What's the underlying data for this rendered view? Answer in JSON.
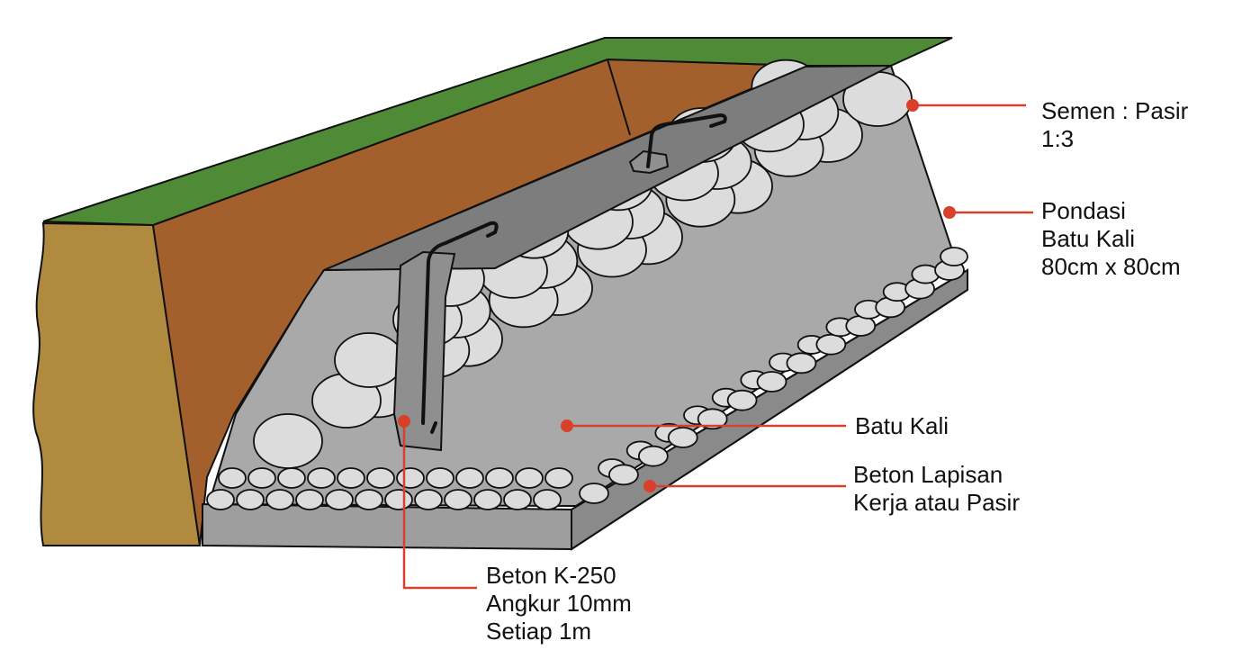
{
  "colors": {
    "grass": "#4f8a37",
    "soil_side": "#b08a3e",
    "soil_wall": "#a35f2c",
    "mortar": "#a9a9a9",
    "cap": "#7d7d7d",
    "stone": "#dcdcdc",
    "leader": "#d8402b"
  },
  "labels": {
    "mortar": [
      "Semen : Pasir",
      "1:3"
    ],
    "foundation": [
      "Pondasi",
      "Batu Kali",
      "80cm x 80cm"
    ],
    "stone": [
      "Batu Kali"
    ],
    "base": [
      "Beton Lapisan",
      "Kerja atau Pasir"
    ],
    "anchor": [
      "Beton K-250",
      "Angkur 10mm",
      "Setiap 1m"
    ]
  }
}
